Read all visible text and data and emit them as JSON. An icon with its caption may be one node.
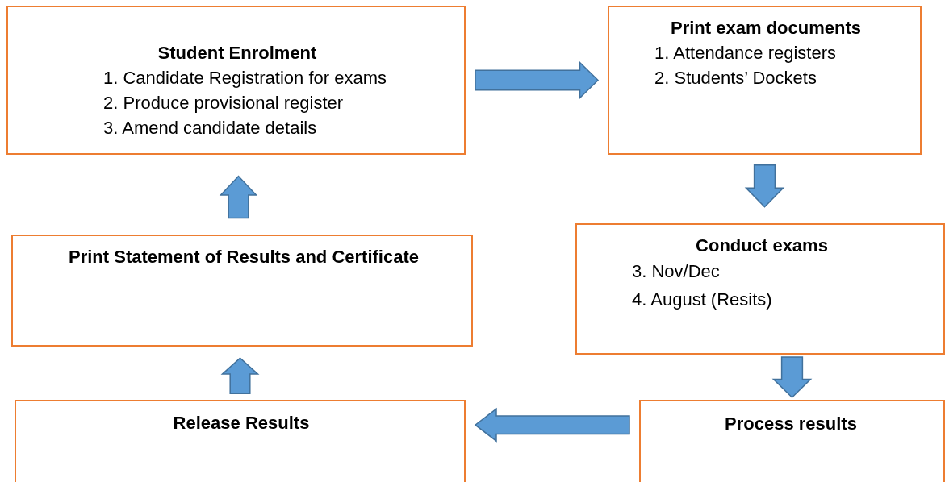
{
  "diagram": {
    "nodes": [
      {
        "text": [
          "Student Enrolment",
          "1. Candidate Registration for exams",
          "2. Produce provisional register",
          "3. Amend candidate details"
        ]
      },
      {
        "text": [
          "Print exam documents",
          "1. Attendance registers",
          "2. Students’ Dockets"
        ]
      },
      {
        "text": [
          "Conduct exams",
          "3.  Nov/Dec",
          "4.  August (Resits)"
        ]
      },
      {
        "text": [
          "Process results"
        ]
      },
      {
        "text": [
          "Release Results"
        ]
      },
      {
        "text": [
          "Print Statement of Results and Certificate"
        ]
      }
    ],
    "edges": [
      {
        "from": 0,
        "to": 1,
        "arrow": "to"
      },
      {
        "from": 1,
        "to": 2,
        "arrow": "to"
      },
      {
        "from": 2,
        "to": 3,
        "arrow": "to"
      },
      {
        "from": 3,
        "to": 4,
        "arrow": "to"
      },
      {
        "from": 4,
        "to": 5,
        "arrow": "to"
      },
      {
        "from": 5,
        "to": 0,
        "arrow": "to"
      }
    ]
  }
}
